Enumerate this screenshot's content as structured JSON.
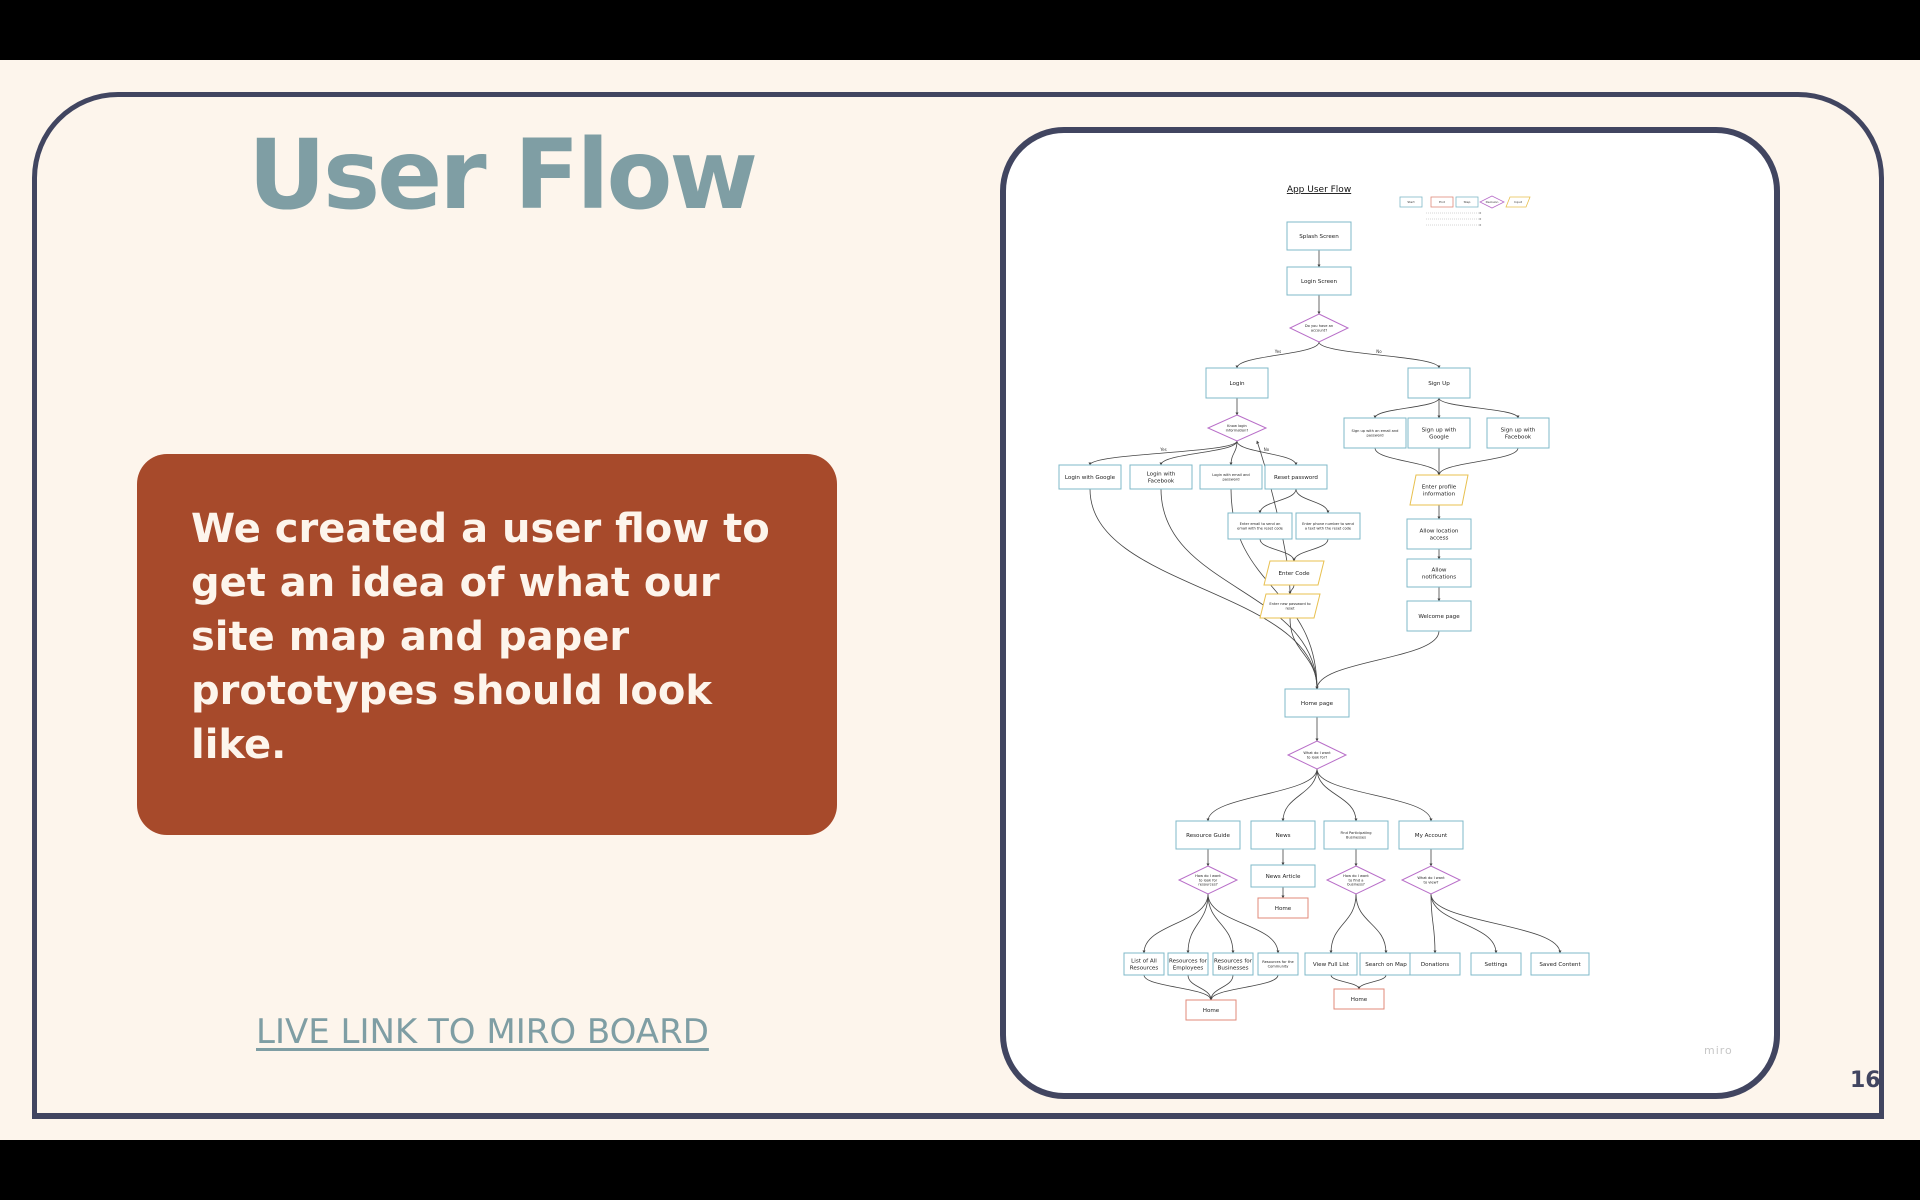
{
  "slide": {
    "title": "User Flow",
    "body_text": "We created a user flow to get an idea of what our site map and paper prototypes should look like.",
    "link_text": "LIVE LINK TO MIRO BOARD",
    "page_number": "16"
  },
  "diagram": {
    "title": "App User Flow",
    "watermark": "miro",
    "legend": [
      "Start",
      "End",
      "Step",
      "Decision",
      "Input"
    ],
    "nodes": [
      {
        "id": "splash",
        "label": "Splash Screen",
        "shape": "rect"
      },
      {
        "id": "loginscreen",
        "label": "Login Screen",
        "shape": "rect"
      },
      {
        "id": "d_account",
        "label": "Do you have an account?",
        "shape": "diamond"
      },
      {
        "id": "login",
        "label": "Login",
        "shape": "rect"
      },
      {
        "id": "signup",
        "label": "Sign Up",
        "shape": "rect"
      },
      {
        "id": "d_info",
        "label": "Know login information?",
        "shape": "diamond"
      },
      {
        "id": "lg_google",
        "label": "Login with Google",
        "shape": "rect"
      },
      {
        "id": "lg_facebook",
        "label": "Login with Facebook",
        "shape": "rect"
      },
      {
        "id": "lg_email",
        "label": "Login with email and password",
        "shape": "rect"
      },
      {
        "id": "reset",
        "label": "Reset password",
        "shape": "rect"
      },
      {
        "id": "reset_email",
        "label": "Enter email to send an email with the reset code",
        "shape": "rect"
      },
      {
        "id": "reset_phone",
        "label": "Enter phone number to send a text with the reset code",
        "shape": "rect"
      },
      {
        "id": "enter_code",
        "label": "Enter Code",
        "shape": "parallelogram"
      },
      {
        "id": "new_pw",
        "label": "Enter new password to reset",
        "shape": "parallelogram"
      },
      {
        "id": "su_email",
        "label": "Sign up with an email and password",
        "shape": "rect"
      },
      {
        "id": "su_google",
        "label": "Sign up with Google",
        "shape": "rect"
      },
      {
        "id": "su_facebook",
        "label": "Sign up with Facebook",
        "shape": "rect"
      },
      {
        "id": "profile",
        "label": "Enter profile information",
        "shape": "parallelogram"
      },
      {
        "id": "location",
        "label": "Allow location access",
        "shape": "rect"
      },
      {
        "id": "notifications",
        "label": "Allow notifications",
        "shape": "rect"
      },
      {
        "id": "welcome",
        "label": "Welcome page",
        "shape": "rect"
      },
      {
        "id": "home",
        "label": "Home page",
        "shape": "rect"
      },
      {
        "id": "d_look",
        "label": "What do I want to look for?",
        "shape": "diamond"
      },
      {
        "id": "resource",
        "label": "Resource Guide",
        "shape": "rect"
      },
      {
        "id": "news",
        "label": "News",
        "shape": "rect"
      },
      {
        "id": "find",
        "label": "Find Participating Businesses",
        "shape": "rect"
      },
      {
        "id": "account",
        "label": "My Account",
        "shape": "rect"
      },
      {
        "id": "d_res",
        "label": "How do I want to look for resources?",
        "shape": "diamond"
      },
      {
        "id": "news_article",
        "label": "News Article",
        "shape": "rect"
      },
      {
        "id": "home_news",
        "label": "Home",
        "shape": "end"
      },
      {
        "id": "d_find",
        "label": "How do I want to find a business?",
        "shape": "diamond"
      },
      {
        "id": "d_acc",
        "label": "What do I want to view?",
        "shape": "diamond"
      },
      {
        "id": "list_all",
        "label": "List of All Resources",
        "shape": "rect"
      },
      {
        "id": "res_emp",
        "label": "Resources for Employees",
        "shape": "rect"
      },
      {
        "id": "res_bus",
        "label": "Resources for Businesses",
        "shape": "rect"
      },
      {
        "id": "res_com",
        "label": "Resources for the Community",
        "shape": "rect"
      },
      {
        "id": "full_list",
        "label": "View Full List",
        "shape": "rect"
      },
      {
        "id": "search_map",
        "label": "Search on Map",
        "shape": "rect"
      },
      {
        "id": "donations",
        "label": "Donations",
        "shape": "rect"
      },
      {
        "id": "settings",
        "label": "Settings",
        "shape": "rect"
      },
      {
        "id": "saved",
        "label": "Saved Content",
        "shape": "rect"
      },
      {
        "id": "home_res",
        "label": "Home",
        "shape": "end"
      },
      {
        "id": "home_find",
        "label": "Home",
        "shape": "end"
      }
    ],
    "edges": [
      {
        "from": "splash",
        "to": "loginscreen"
      },
      {
        "from": "loginscreen",
        "to": "d_account"
      },
      {
        "from": "d_account",
        "to": "login",
        "label": "Yes"
      },
      {
        "from": "d_account",
        "to": "signup",
        "label": "No"
      },
      {
        "from": "login",
        "to": "d_info"
      },
      {
        "from": "d_info",
        "to": "lg_google",
        "label": "Yes"
      },
      {
        "from": "d_info",
        "to": "lg_facebook"
      },
      {
        "from": "d_info",
        "to": "lg_email"
      },
      {
        "from": "d_info",
        "to": "reset",
        "label": "No"
      },
      {
        "from": "reset",
        "to": "reset_email"
      },
      {
        "from": "reset",
        "to": "reset_phone"
      },
      {
        "from": "reset_email",
        "to": "enter_code"
      },
      {
        "from": "reset_phone",
        "to": "enter_code"
      },
      {
        "from": "enter_code",
        "to": "new_pw"
      },
      {
        "from": "new_pw",
        "to": "d_info"
      },
      {
        "from": "signup",
        "to": "su_email"
      },
      {
        "from": "signup",
        "to": "su_google"
      },
      {
        "from": "signup",
        "to": "su_facebook"
      },
      {
        "from": "su_email",
        "to": "profile"
      },
      {
        "from": "su_google",
        "to": "profile"
      },
      {
        "from": "su_facebook",
        "to": "profile"
      },
      {
        "from": "profile",
        "to": "location"
      },
      {
        "from": "location",
        "to": "notifications"
      },
      {
        "from": "notifications",
        "to": "welcome"
      },
      {
        "from": "welcome",
        "to": "home"
      },
      {
        "from": "lg_google",
        "to": "home"
      },
      {
        "from": "lg_facebook",
        "to": "home"
      },
      {
        "from": "lg_email",
        "to": "home"
      },
      {
        "from": "new_pw",
        "to": "home"
      },
      {
        "from": "home",
        "to": "d_look"
      },
      {
        "from": "d_look",
        "to": "resource"
      },
      {
        "from": "d_look",
        "to": "news"
      },
      {
        "from": "d_look",
        "to": "find"
      },
      {
        "from": "d_look",
        "to": "account"
      },
      {
        "from": "resource",
        "to": "d_res"
      },
      {
        "from": "news",
        "to": "news_article"
      },
      {
        "from": "news_article",
        "to": "home_news"
      },
      {
        "from": "find",
        "to": "d_find"
      },
      {
        "from": "account",
        "to": "d_acc"
      },
      {
        "from": "d_res",
        "to": "list_all"
      },
      {
        "from": "d_res",
        "to": "res_emp"
      },
      {
        "from": "d_res",
        "to": "res_bus"
      },
      {
        "from": "d_res",
        "to": "res_com"
      },
      {
        "from": "list_all",
        "to": "home_res"
      },
      {
        "from": "res_emp",
        "to": "home_res"
      },
      {
        "from": "res_bus",
        "to": "home_res"
      },
      {
        "from": "res_com",
        "to": "home_res"
      },
      {
        "from": "d_find",
        "to": "full_list"
      },
      {
        "from": "d_find",
        "to": "search_map"
      },
      {
        "from": "full_list",
        "to": "home_find"
      },
      {
        "from": "search_map",
        "to": "home_find"
      },
      {
        "from": "d_acc",
        "to": "donations"
      },
      {
        "from": "d_acc",
        "to": "settings"
      },
      {
        "from": "d_acc",
        "to": "saved"
      }
    ]
  },
  "colors": {
    "slide_background": "#fdf5ec",
    "frame": "#414560",
    "title": "#7f9ea4",
    "callout": "#a74a2b",
    "callout_text": "#fdf5ec",
    "step": "#7fb9c8",
    "decision": "#b86ec8",
    "input": "#e8c04f",
    "end": "#e08a7a",
    "connector": "#444444"
  }
}
